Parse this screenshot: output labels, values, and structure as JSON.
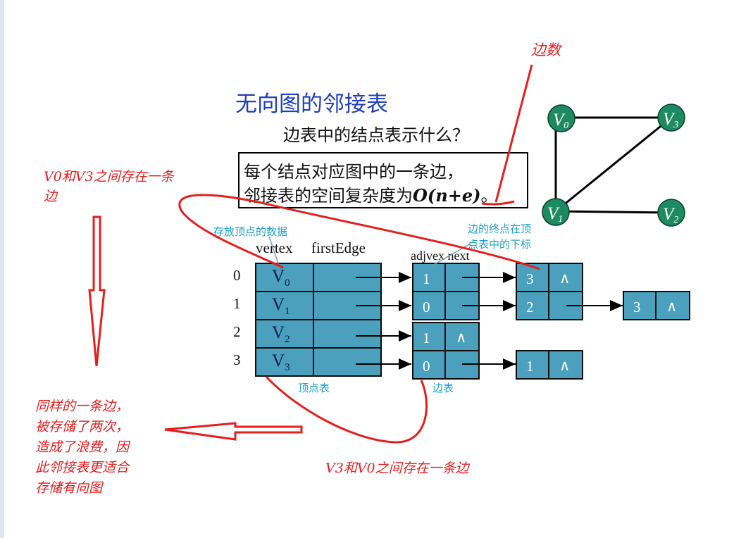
{
  "title": "无向图的邻接表",
  "question": "边表中的结点表示什么？",
  "answer": {
    "line1": "每个结点对应图中的一条边，",
    "line2_prefix": "邻接表的空间复杂度为",
    "line2_formula": "O(n+e)",
    "line2_suffix": "。"
  },
  "annotations": {
    "vertex_store": "存放顶点的数据",
    "edge_target": [
      "边的终点在顶",
      "点表中的下标"
    ],
    "vertex_table_label": "顶点表",
    "edge_table_label": "边表"
  },
  "headers": {
    "vertex": "vertex",
    "firstEdge": "firstEdge",
    "adjvex_next": "adjvex next"
  },
  "vertex_table": [
    {
      "index": "0",
      "name": "V",
      "sub": "0"
    },
    {
      "index": "1",
      "name": "V",
      "sub": "1"
    },
    {
      "index": "2",
      "name": "V",
      "sub": "2"
    },
    {
      "index": "3",
      "name": "V",
      "sub": "3"
    }
  ],
  "edge_nodes": [
    {
      "row": 0,
      "col": 0,
      "adjvex": "1",
      "next": ""
    },
    {
      "row": 0,
      "col": 1,
      "adjvex": "3",
      "next": "∧"
    },
    {
      "row": 1,
      "col": 0,
      "adjvex": "0",
      "next": ""
    },
    {
      "row": 1,
      "col": 1,
      "adjvex": "2",
      "next": ""
    },
    {
      "row": 1,
      "col": 2,
      "adjvex": "3",
      "next": "∧"
    },
    {
      "row": 2,
      "col": 0,
      "adjvex": "1",
      "next": "∧"
    },
    {
      "row": 3,
      "col": 0,
      "adjvex": "0",
      "next": ""
    },
    {
      "row": 3,
      "col": 1,
      "adjvex": "1",
      "next": "∧"
    }
  ],
  "graph": {
    "nodes": [
      {
        "id": "V0",
        "label": "V",
        "sub": "0"
      },
      {
        "id": "V3",
        "label": "V",
        "sub": "3"
      },
      {
        "id": "V1",
        "label": "V",
        "sub": "1"
      },
      {
        "id": "V2",
        "label": "V",
        "sub": "2"
      }
    ],
    "edges": [
      [
        "V0",
        "V3"
      ],
      [
        "V0",
        "V1"
      ],
      [
        "V1",
        "V3"
      ],
      [
        "V1",
        "V2"
      ]
    ]
  },
  "red_notes": {
    "edge_count": "边数",
    "v0_v3": [
      "V0和V3之间存在一条",
      "边"
    ],
    "v3_v0": "V3和V0之间存在一条边",
    "conclusion": [
      "同样的一条边，",
      "被存储了两次，",
      "造成了浪费，因",
      "此邻接表更适合",
      "存储有向图"
    ]
  },
  "colors": {
    "cell_fill": "#4aa0bd",
    "node_fill": "#1e8a64",
    "annotation_red": "#e61e1e",
    "title_blue": "#1f3fbf",
    "note_teal": "#1ba0c9"
  }
}
